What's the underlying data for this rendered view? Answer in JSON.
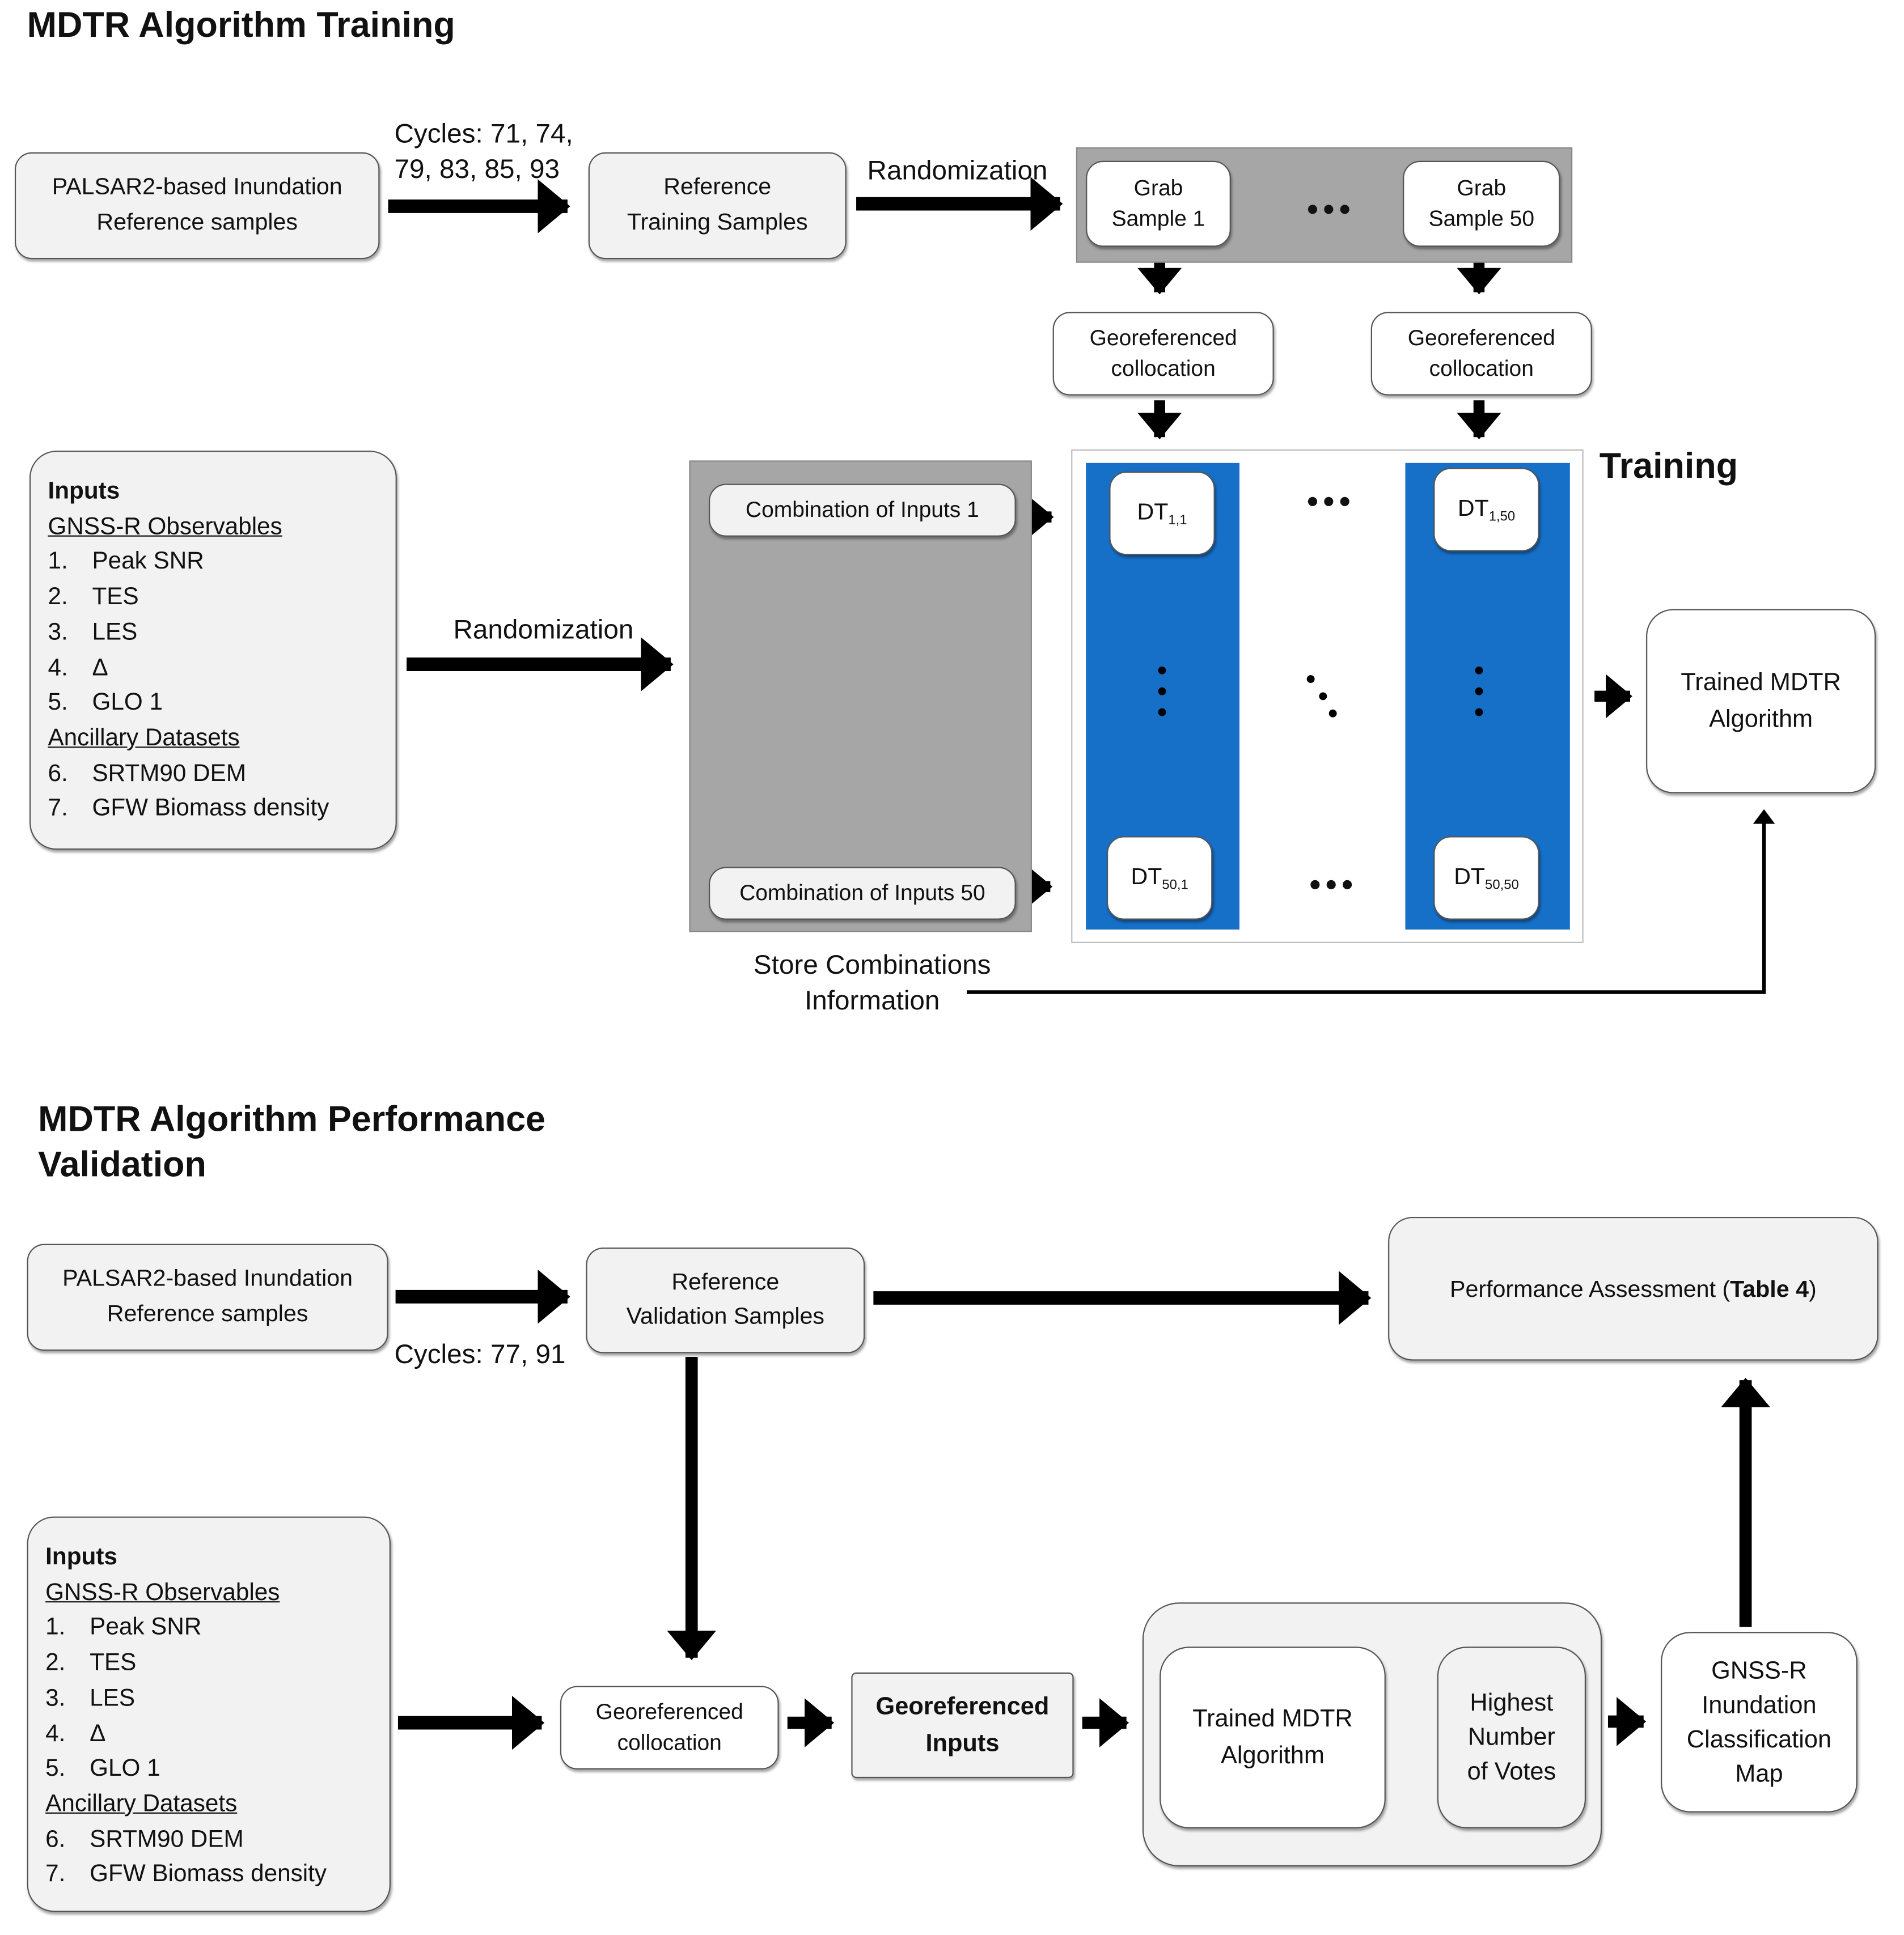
{
  "training": {
    "title": "MDTR Algorithm Training",
    "palsar_box": [
      "PALSAR2-based Inundation",
      "Reference samples"
    ],
    "cycles": [
      "Cycles: 71, 74,",
      "79, 83, 85, 93"
    ],
    "reference_box": [
      "Reference",
      "Training Samples"
    ],
    "randomization_top": "Randomization",
    "grab_1": [
      "Grab",
      "Sample 1"
    ],
    "grab_50": [
      "Grab",
      "Sample 50"
    ],
    "geo_1": [
      "Georeferenced",
      "collocation"
    ],
    "geo_50": [
      "Georeferenced",
      "collocation"
    ],
    "training_label": "Training",
    "inputs": {
      "heading": "Inputs",
      "observables_heading": "GNSS-R Observables",
      "items": [
        {
          "n": "1.",
          "label": "Peak SNR"
        },
        {
          "n": "2.",
          "label": "TES"
        },
        {
          "n": "3.",
          "label": "LES"
        },
        {
          "n": "4.",
          "label": "Δ"
        },
        {
          "n": "5.",
          "label": "GLO 1"
        }
      ],
      "ancillary_heading": "Ancillary Datasets",
      "ancillary_items": [
        {
          "n": "6.",
          "label": "SRTM90 DEM"
        },
        {
          "n": "7.",
          "label": "GFW Biomass density"
        }
      ]
    },
    "randomization_mid": "Randomization",
    "combination_1": "Combination of Inputs 1",
    "combination_50": "Combination of Inputs 50",
    "dt": [
      {
        "base": "DT",
        "sub": "1,1"
      },
      {
        "base": "DT",
        "sub": "1,50"
      },
      {
        "base": "DT",
        "sub": "50,1"
      },
      {
        "base": "DT",
        "sub": "50,50"
      }
    ],
    "trained_box": [
      "Trained MDTR",
      "Algorithm"
    ],
    "store_info": [
      "Store Combinations",
      "Information"
    ],
    "column_color": "#1770c8",
    "panel_color": "#a6a6a6"
  },
  "validation": {
    "title": [
      "MDTR Algorithm Performance",
      "Validation"
    ],
    "palsar_box": [
      "PALSAR2-based Inundation",
      "Reference samples"
    ],
    "cycles": "Cycles: 77, 91",
    "reference_box": [
      "Reference",
      "Validation Samples"
    ],
    "performance": {
      "prefix": "Performance Assessment (",
      "bold": "Table 4",
      "suffix": ")"
    },
    "inputs": {
      "heading": "Inputs",
      "observables_heading": "GNSS-R Observables",
      "items": [
        {
          "n": "1.",
          "label": "Peak SNR"
        },
        {
          "n": "2.",
          "label": "TES"
        },
        {
          "n": "3.",
          "label": "LES"
        },
        {
          "n": "4.",
          "label": "Δ"
        },
        {
          "n": "5.",
          "label": "GLO 1"
        }
      ],
      "ancillary_heading": "Ancillary Datasets",
      "ancillary_items": [
        {
          "n": "6.",
          "label": "SRTM90 DEM"
        },
        {
          "n": "7.",
          "label": "GFW Biomass density"
        }
      ]
    },
    "geo_box": [
      "Georeferenced",
      "collocation"
    ],
    "geo_inputs": [
      "Georeferenced",
      "Inputs"
    ],
    "trained_box": [
      "Trained MDTR",
      "Algorithm"
    ],
    "votes_box": [
      "Highest",
      "Number",
      "of Votes"
    ],
    "map_box": [
      "GNSS-R",
      "Inundation",
      "Classification",
      "Map"
    ]
  }
}
